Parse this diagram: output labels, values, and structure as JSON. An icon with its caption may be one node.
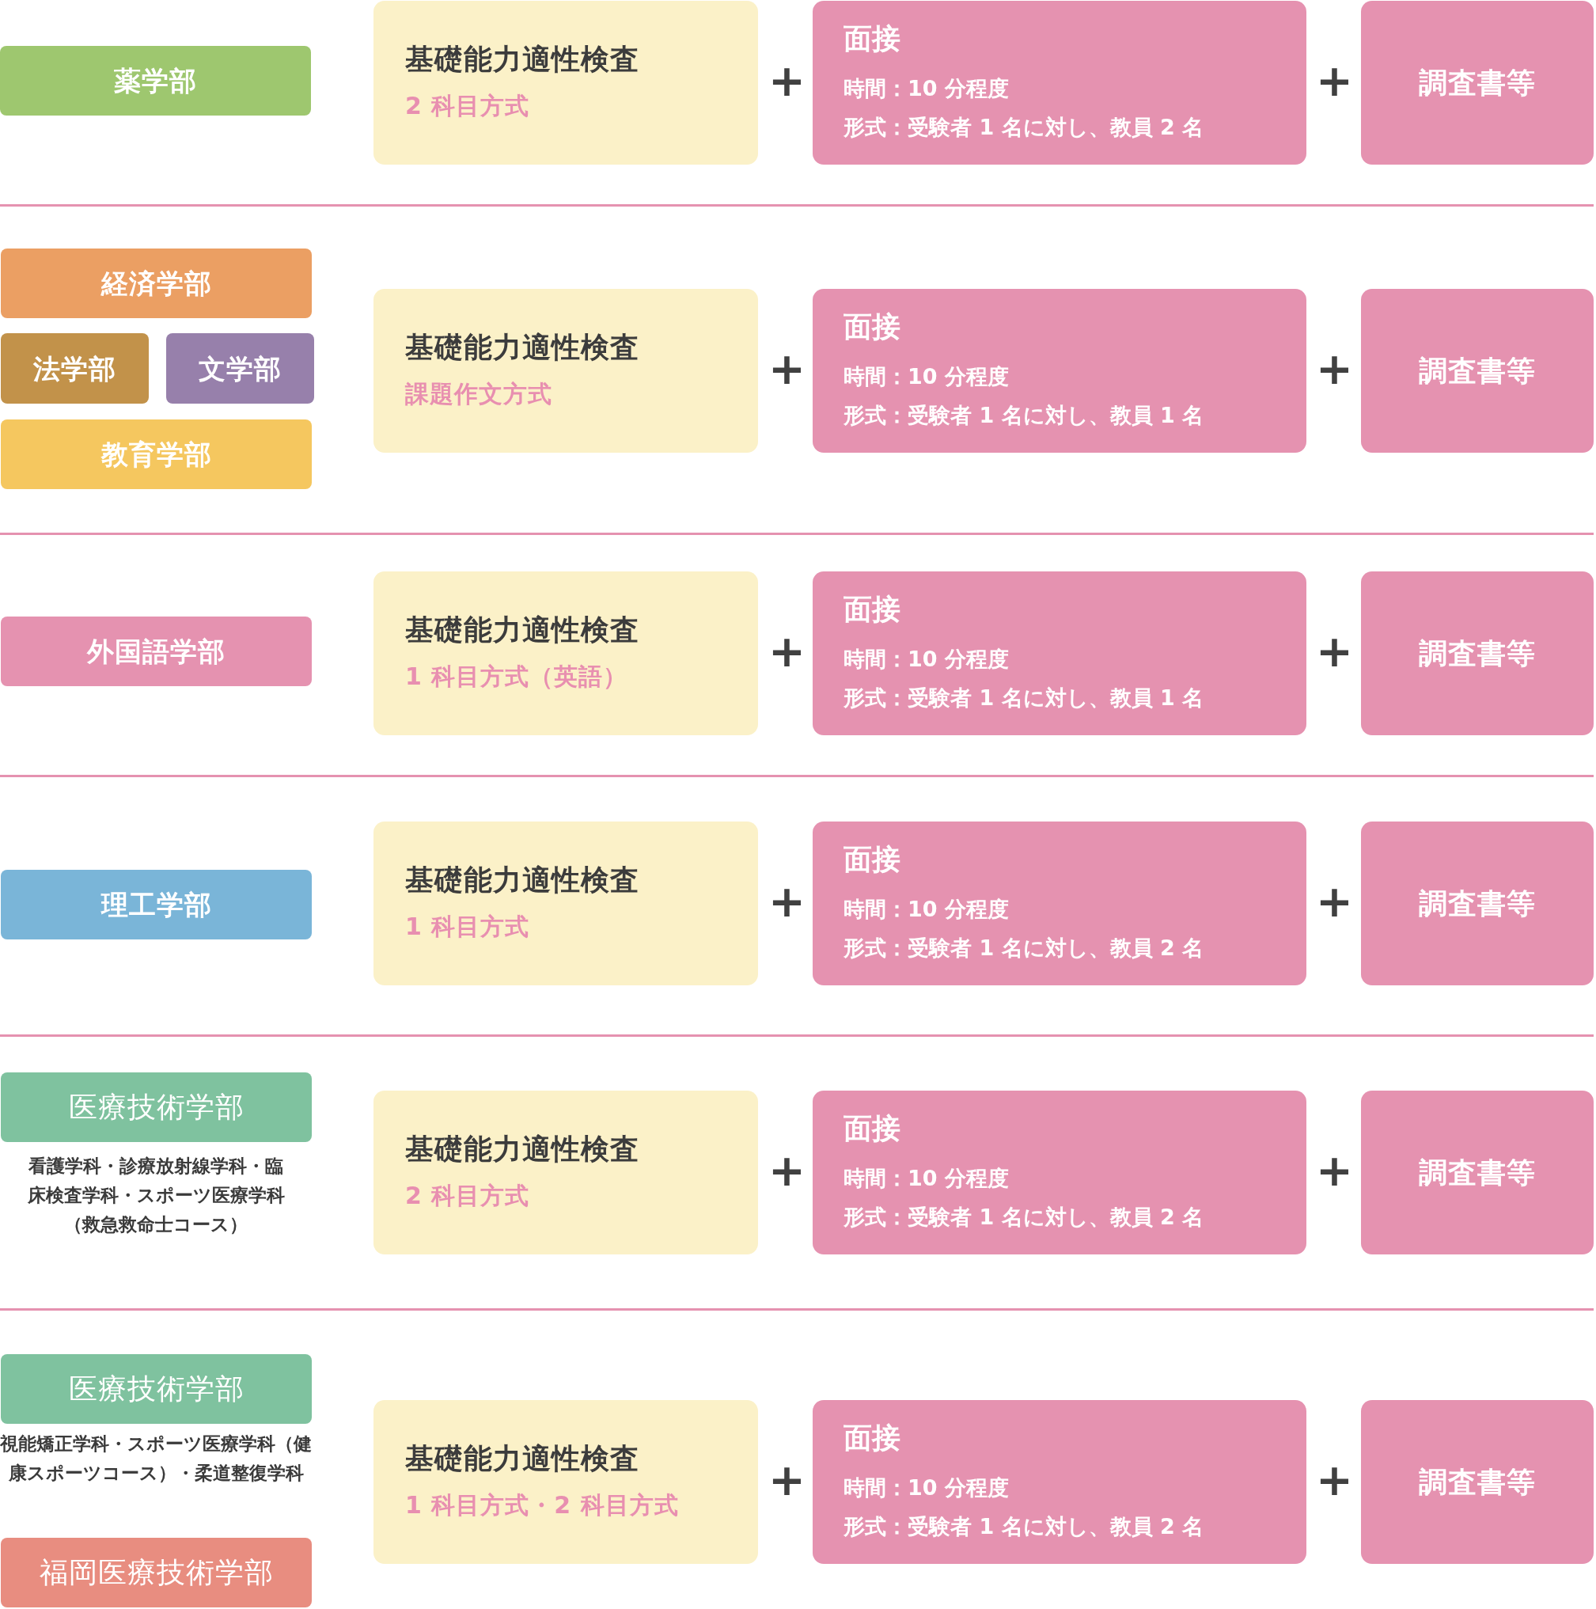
{
  "diagram": {
    "nodes": [
      {
        "text": [
          "薬学部"
        ]
      },
      {
        "text": [
          "基礎能力適性検査",
          "2 科目方式"
        ]
      },
      {
        "text": [
          "面接",
          "時間：10 分程度",
          "形式：受験者 1 名に対し、教員 2 名"
        ]
      },
      {
        "text": [
          "調査書等"
        ]
      },
      {
        "text": [
          "経済学部"
        ]
      },
      {
        "text": [
          "法学部"
        ]
      },
      {
        "text": [
          "文学部"
        ]
      },
      {
        "text": [
          "教育学部"
        ]
      },
      {
        "text": [
          "基礎能力適性検査",
          "課題作文方式"
        ]
      },
      {
        "text": [
          "面接",
          "時間：10 分程度",
          "形式：受験者 1 名に対し、教員 1 名"
        ]
      },
      {
        "text": [
          "調査書等"
        ]
      },
      {
        "text": [
          "外国語学部"
        ]
      },
      {
        "text": [
          "基礎能力適性検査",
          "1 科目方式（英語）"
        ]
      },
      {
        "text": [
          "面接",
          "時間：10 分程度",
          "形式：受験者 1 名に対し、教員 1 名"
        ]
      },
      {
        "text": [
          "調査書等"
        ]
      },
      {
        "text": [
          "理工学部"
        ]
      },
      {
        "text": [
          "基礎能力適性検査",
          "1 科目方式"
        ]
      },
      {
        "text": [
          "面接",
          "時間：10 分程度",
          "形式：受験者 1 名に対し、教員 2 名"
        ]
      },
      {
        "text": [
          "調査書等"
        ]
      },
      {
        "text": [
          "医療技術学部"
        ],
        "beside": [
          "看護学科・診療放射線学科・臨床検査学科・スポーツ医療学科（救急救命士コース）"
        ]
      },
      {
        "text": [
          "基礎能力適性検査",
          "2 科目方式"
        ]
      },
      {
        "text": [
          "面接",
          "時間：10 分程度",
          "形式：受験者 1 名に対し、教員 2 名"
        ]
      },
      {
        "text": [
          "調査書等"
        ]
      },
      {
        "text": [
          "医療技術学部"
        ],
        "beside": [
          "視能矯正学科・スポーツ医療学科（健康スポーツコース）・柔道整復学科"
        ]
      },
      {
        "text": [
          "福岡医療技術学部"
        ]
      },
      {
        "text": [
          "基礎能力適性検査",
          "1 科目方式・2 科目方式"
        ]
      },
      {
        "text": [
          "面接",
          "時間：10 分程度",
          "形式：受験者 1 名に対し、教員 2 名"
        ]
      },
      {
        "text": [
          "調査書等"
        ]
      }
    ],
    "labels": [
      "+",
      "+",
      "+",
      "+",
      "+",
      "+",
      "+",
      "+",
      "+",
      "+",
      "+",
      "+"
    ]
  }
}
